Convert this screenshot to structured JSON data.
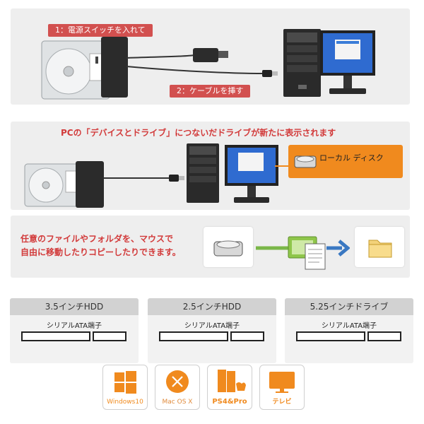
{
  "step1": {
    "text": "1：電源スイッチを入れて"
  },
  "step2": {
    "text": "2：ケーブルを挿す"
  },
  "section2": {
    "heading": "PCの「デバイスとドライブ」につないだドライブが新たに表示されます",
    "local_disk": "ローカル ディスク"
  },
  "section3": {
    "line1": "任意のファイルやフォルダを、マウスで",
    "line2": "自由に移動したりコピーしたりできます。"
  },
  "connectors": [
    {
      "title": "3.5インチHDD",
      "label": "シリアルATA端子"
    },
    {
      "title": "2.5インチHDD",
      "label": "シリアルATA端子"
    },
    {
      "title": "5.25インチドライブ",
      "label": "シリアルATA端子"
    }
  ],
  "compat": [
    {
      "label": "Windows10",
      "icon": "windows-logo-icon"
    },
    {
      "label": "Mac OS X",
      "icon": "mac-os-x-icon"
    },
    {
      "label": "PS4&Pro",
      "icon": "ps4-console-icon"
    },
    {
      "label": "テレビ",
      "icon": "tv-icon"
    }
  ],
  "colors": {
    "accent_red": "#d23a3a",
    "pill_red": "#d2504f",
    "orange": "#f08a1e",
    "panel_gray": "#eeeeee"
  }
}
